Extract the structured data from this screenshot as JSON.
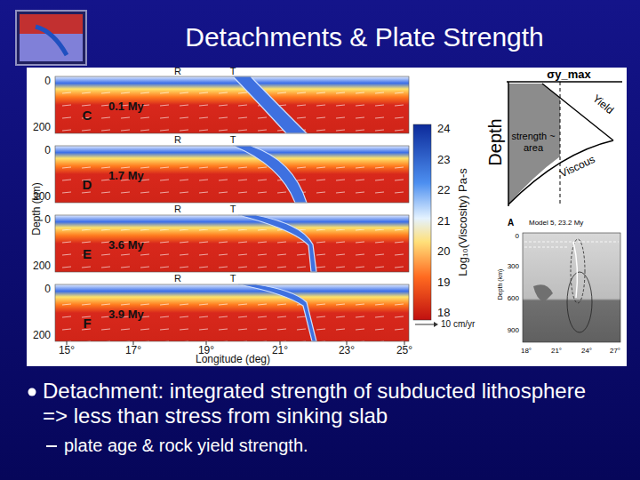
{
  "diagram": {
    "title": "Detachments & Plate Strength",
    "nodes": [
      {
        "text": [
          "C",
          "0.1 My"
        ]
      },
      {
        "text": [
          "D",
          "1.7 My"
        ]
      },
      {
        "text": [
          "E",
          "3.6 My"
        ]
      },
      {
        "text": [
          "F",
          "3.9 My"
        ]
      },
      {
        "text": [
          "A",
          "Model 5, 23.2 My"
        ]
      }
    ],
    "labels": [
      "0",
      "200",
      "0",
      "200",
      "0",
      "200",
      "0",
      "200",
      "Depth (km)",
      "15°",
      "17°",
      "19°",
      "21°",
      "23°",
      "25°",
      "Longitude (deg)",
      "R",
      "T",
      "R",
      "T",
      "R",
      "T",
      "R",
      "T",
      "24",
      "23",
      "22",
      "21",
      "20",
      "19",
      "18",
      "Log₁₀(Viscosity) Pa-s",
      "10 cm/yr",
      "σy_max",
      "Depth",
      "strength ~ area",
      "Yield",
      "Viscous",
      "0",
      "300",
      "600",
      "900",
      "Depth (km)",
      "18°",
      "21°",
      "24°",
      "27°",
      "Detachment: integrated strength of subducted lithosphere => less than stress from sinking slab",
      "plate age & rock yield strength."
    ]
  }
}
